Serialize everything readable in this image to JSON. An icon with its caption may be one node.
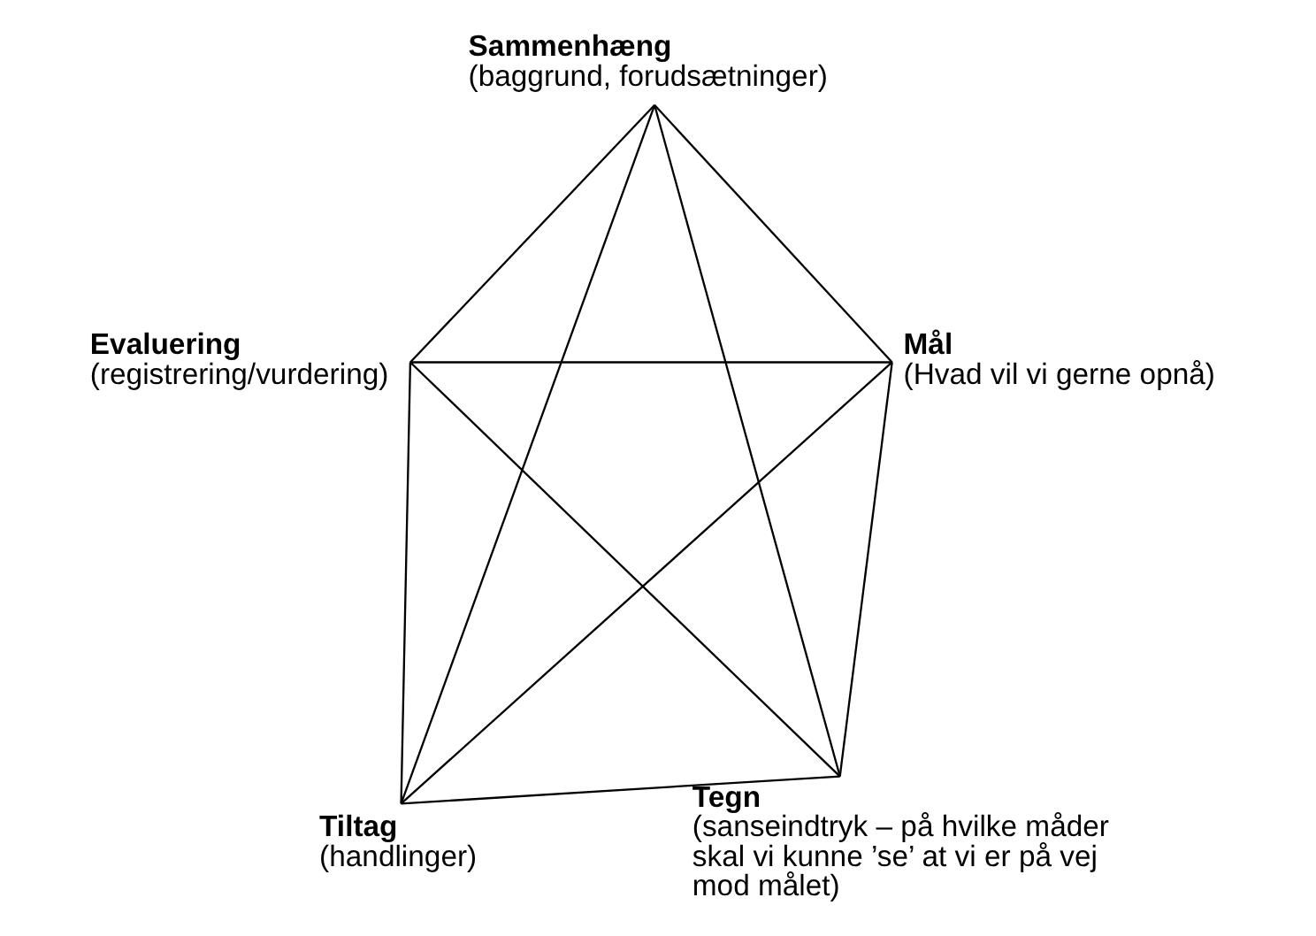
{
  "diagram": {
    "nodes": [
      {
        "text": [
          "Sammenhæng",
          "(baggrund, forudsætninger)"
        ]
      },
      {
        "text": [
          "Evaluering",
          "(registrering/vurdering)"
        ]
      },
      {
        "text": [
          "Mål",
          "(Hvad vil vi gerne opnå)"
        ]
      },
      {
        "text": [
          "Tiltag",
          "(handlinger)"
        ]
      },
      {
        "text": [
          "Tegn",
          "(sanseindtryk – på hvilke måder skal vi kunne ’se’ at vi er på vej mod målet)"
        ]
      }
    ],
    "edges": [
      {
        "from": 0,
        "to": 2,
        "arrow": "none"
      },
      {
        "from": 2,
        "to": 4,
        "arrow": "none"
      },
      {
        "from": 4,
        "to": 3,
        "arrow": "none"
      },
      {
        "from": 3,
        "to": 1,
        "arrow": "none"
      },
      {
        "from": 1,
        "to": 0,
        "arrow": "none"
      },
      {
        "from": 0,
        "to": 3,
        "arrow": "none"
      },
      {
        "from": 0,
        "to": 4,
        "arrow": "none"
      },
      {
        "from": 1,
        "to": 2,
        "arrow": "none"
      },
      {
        "from": 1,
        "to": 4,
        "arrow": "none"
      },
      {
        "from": 2,
        "to": 3,
        "arrow": "none"
      }
    ]
  }
}
